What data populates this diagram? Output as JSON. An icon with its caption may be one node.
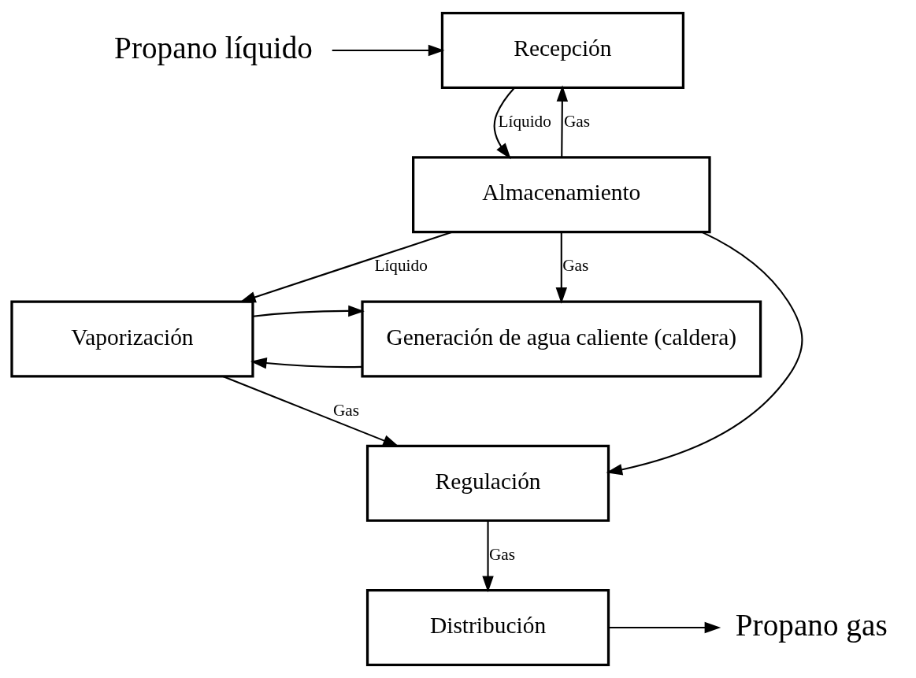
{
  "diagram": {
    "nodes": [
      {
        "text": [
          "Propano líquido"
        ]
      },
      {
        "text": [
          "Recepción"
        ]
      },
      {
        "text": [
          "Almacenamiento"
        ]
      },
      {
        "text": [
          "Vaporización"
        ]
      },
      {
        "text": [
          "Generación de agua caliente (caldera)"
        ]
      },
      {
        "text": [
          "Regulación"
        ]
      },
      {
        "text": [
          "Distribución"
        ]
      },
      {
        "text": [
          "Propano gas"
        ]
      }
    ],
    "edges": [
      {
        "from": 0,
        "to": 1,
        "arrow": "to"
      },
      {
        "from": 1,
        "to": 2,
        "arrow": "to",
        "label": "Líquido"
      },
      {
        "from": 2,
        "to": 1,
        "arrow": "to",
        "label": "Gas"
      },
      {
        "from": 2,
        "to": 3,
        "arrow": "to",
        "label": "Líquido"
      },
      {
        "from": 2,
        "to": 4,
        "arrow": "to",
        "label": "Gas"
      },
      {
        "from": 4,
        "to": 3,
        "arrow": "to"
      },
      {
        "from": 3,
        "to": 4,
        "arrow": "to"
      },
      {
        "from": 3,
        "to": 5,
        "arrow": "to",
        "label": "Gas"
      },
      {
        "from": 2,
        "to": 5,
        "arrow": "to"
      },
      {
        "from": 5,
        "to": 6,
        "arrow": "to",
        "label": "Gas"
      },
      {
        "from": 6,
        "to": 7,
        "arrow": "to"
      }
    ]
  }
}
